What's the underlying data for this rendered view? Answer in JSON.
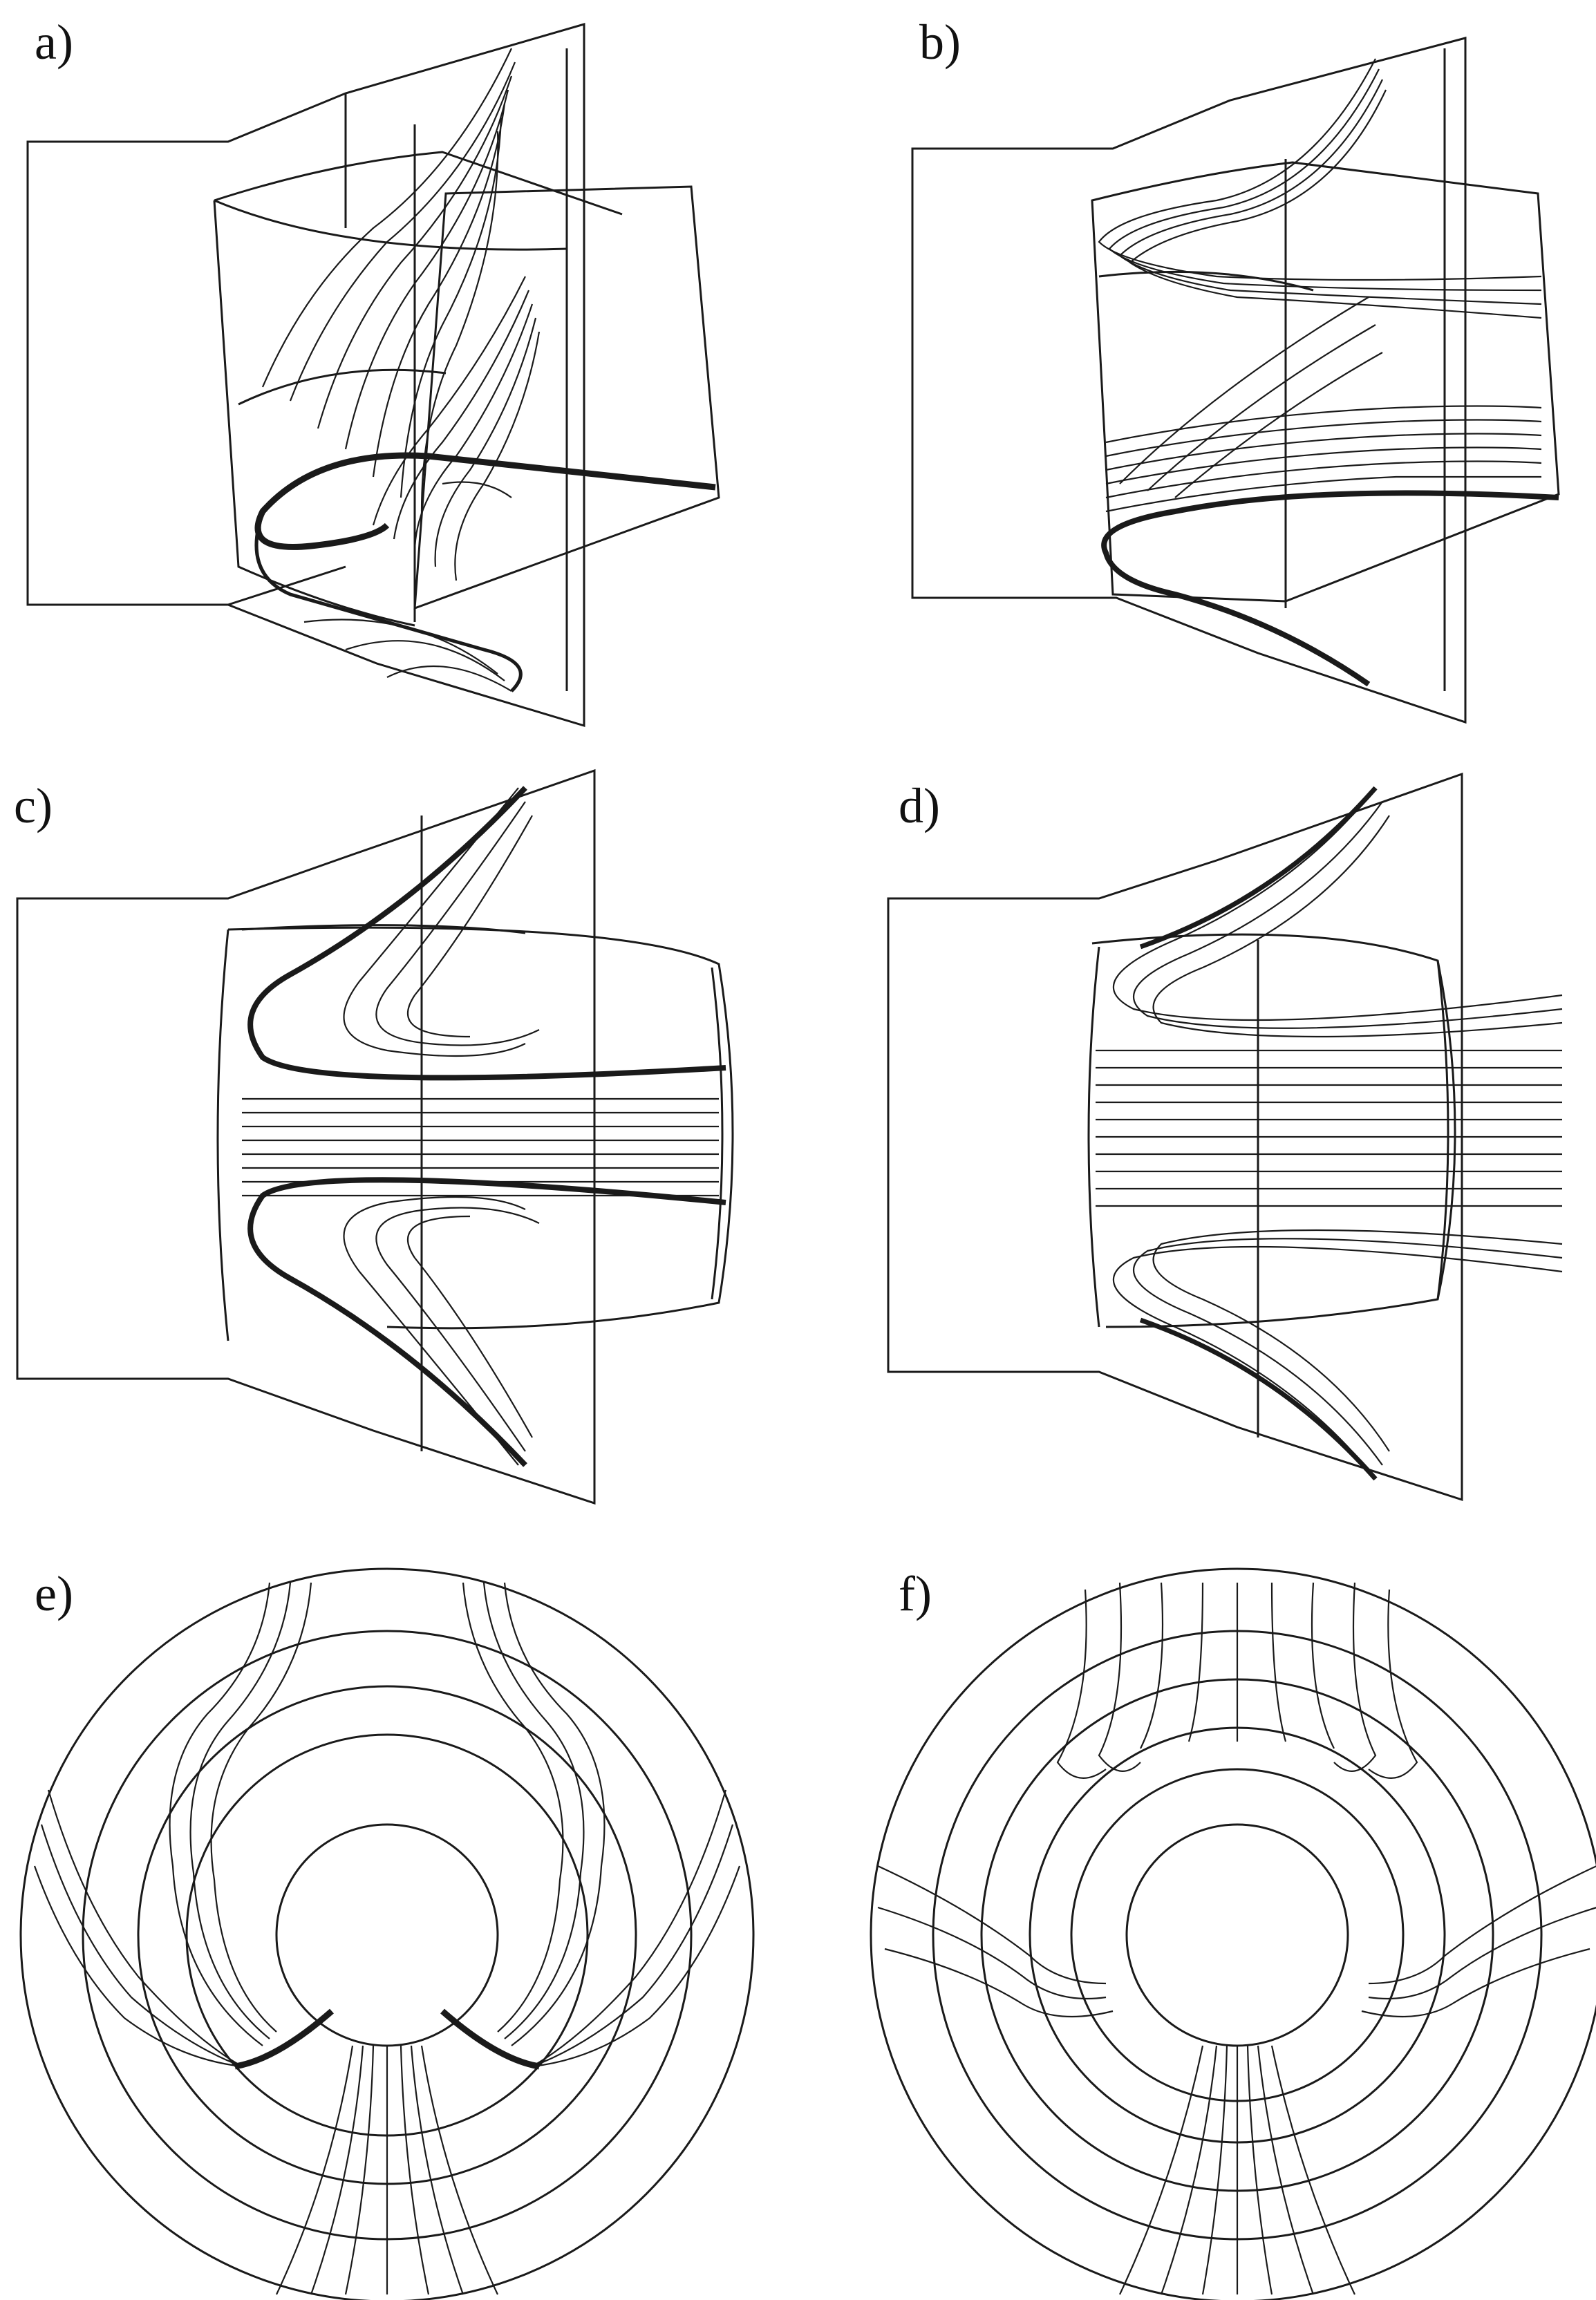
{
  "figure": {
    "panels": [
      {
        "id": "a",
        "label": "a)"
      },
      {
        "id": "b",
        "label": "b)"
      },
      {
        "id": "c",
        "label": "c)"
      },
      {
        "id": "d",
        "label": "d)"
      },
      {
        "id": "e",
        "label": "e)"
      },
      {
        "id": "f",
        "label": "f)"
      }
    ]
  }
}
